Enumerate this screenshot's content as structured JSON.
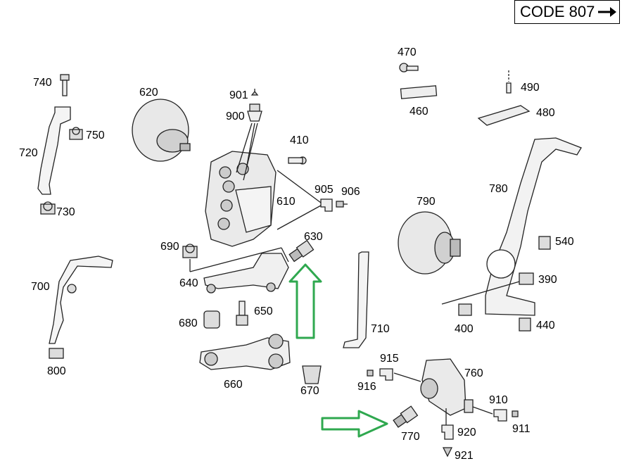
{
  "code_label": "CODE 807",
  "accent_arrow_color": "#2fa84f",
  "parts": {
    "p740": "740",
    "p750": "750",
    "p720": "720",
    "p730": "730",
    "p620": "620",
    "p901": "901",
    "p900": "900",
    "p410": "410",
    "p905": "905",
    "p906": "906",
    "p610": "610",
    "p630": "630",
    "p690": "690",
    "p640": "640",
    "p650": "650",
    "p680": "680",
    "p660": "660",
    "p670": "670",
    "p700": "700",
    "p800": "800",
    "p470": "470",
    "p460": "460",
    "p490": "490",
    "p480": "480",
    "p780": "780",
    "p790": "790",
    "p540": "540",
    "p390": "390",
    "p400": "400",
    "p440": "440",
    "p710": "710",
    "p915": "915",
    "p916": "916",
    "p760": "760",
    "p910": "910",
    "p911": "911",
    "p920": "920",
    "p921": "921",
    "p770": "770"
  },
  "icons": [
    "arrow-right-icon",
    "green-outline-arrow-up-icon",
    "green-outline-arrow-right-icon"
  ]
}
